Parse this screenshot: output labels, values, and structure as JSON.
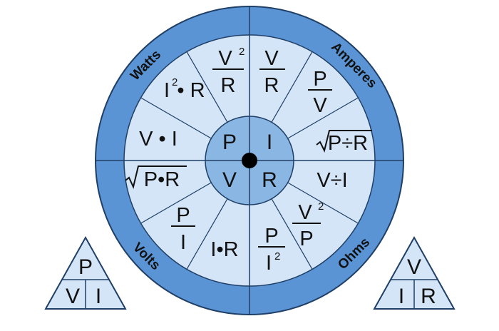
{
  "colors": {
    "outer_ring": "#5b94d4",
    "outer_ring_stroke": "#1f3f66",
    "segment_fill": "#d4e5f7",
    "center_fill": "#8ab6e3",
    "line_color": "#1f3f66",
    "dot_color": "#000000"
  },
  "ring_labels": {
    "watts": "Watts",
    "amperes": "Amperes",
    "volts": "Volts",
    "ohms": "Ohms"
  },
  "center": {
    "top_left": "P",
    "top_right": "I",
    "bottom_left": "V",
    "bottom_right": "R"
  },
  "formulas": {
    "v2_over_r": {
      "num": "V",
      "num_sup": "2",
      "den": "R"
    },
    "v_over_r": {
      "num": "V",
      "den": "R"
    },
    "p_over_v": {
      "num": "P",
      "den": "V"
    },
    "sqrt_p_div_r": {
      "text": "P÷R"
    },
    "v_div_i": {
      "text": "V÷I"
    },
    "v2_over_p": {
      "num": "V",
      "num_sup": "2",
      "den": "P"
    },
    "p_over_i2": {
      "num": "P",
      "den": "I",
      "den_sup": "2"
    },
    "i_dot_r": {
      "text": "I•R"
    },
    "p_over_i": {
      "num": "P",
      "den": "I"
    },
    "sqrt_p_dot_r": {
      "text": "P•R"
    },
    "v_dot_i": {
      "text": "V • I"
    },
    "i2_dot_r": {
      "base": "I",
      "sup": "2",
      "rest": "• R"
    }
  },
  "triangle_left": {
    "top": "P",
    "bottom_left": "V",
    "bottom_right": "I"
  },
  "triangle_right": {
    "top": "V",
    "bottom_left": "I",
    "bottom_right": "R"
  }
}
